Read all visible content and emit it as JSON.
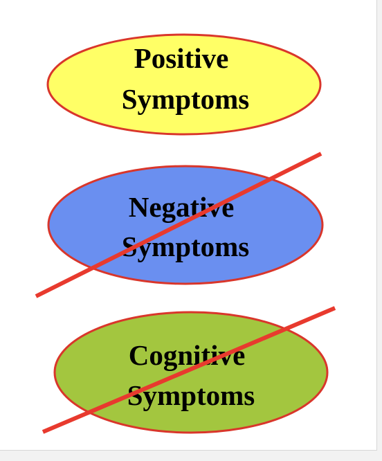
{
  "items": [
    {
      "line1": "Positive",
      "line2": "Symptoms",
      "fill": "#ffff66",
      "crossed_out": false
    },
    {
      "line1": "Negative",
      "line2": "Symptoms",
      "fill": "#6a8ff0",
      "crossed_out": true
    },
    {
      "line1": "Cognitive",
      "line2": "Symptoms",
      "fill": "#a3c63f",
      "crossed_out": true
    }
  ],
  "colors": {
    "outline": "#d9362b",
    "cross_line": "#e83a2e",
    "text": "#000000"
  }
}
